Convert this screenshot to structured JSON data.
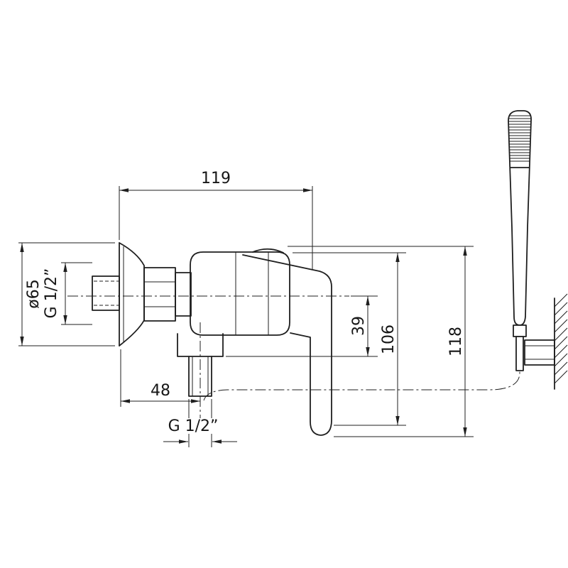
{
  "drawing": {
    "colors": {
      "line": "#1f1f1f",
      "background": "#ffffff"
    },
    "dimensions": {
      "top_width": "119",
      "flange_diameter": "ø65",
      "inlet_thread": "G 1/2”",
      "outlet_drop": "39",
      "height_106": "106",
      "height_118": "118",
      "outlet_offset": "48",
      "outlet_thread": "G 1/2”"
    }
  }
}
